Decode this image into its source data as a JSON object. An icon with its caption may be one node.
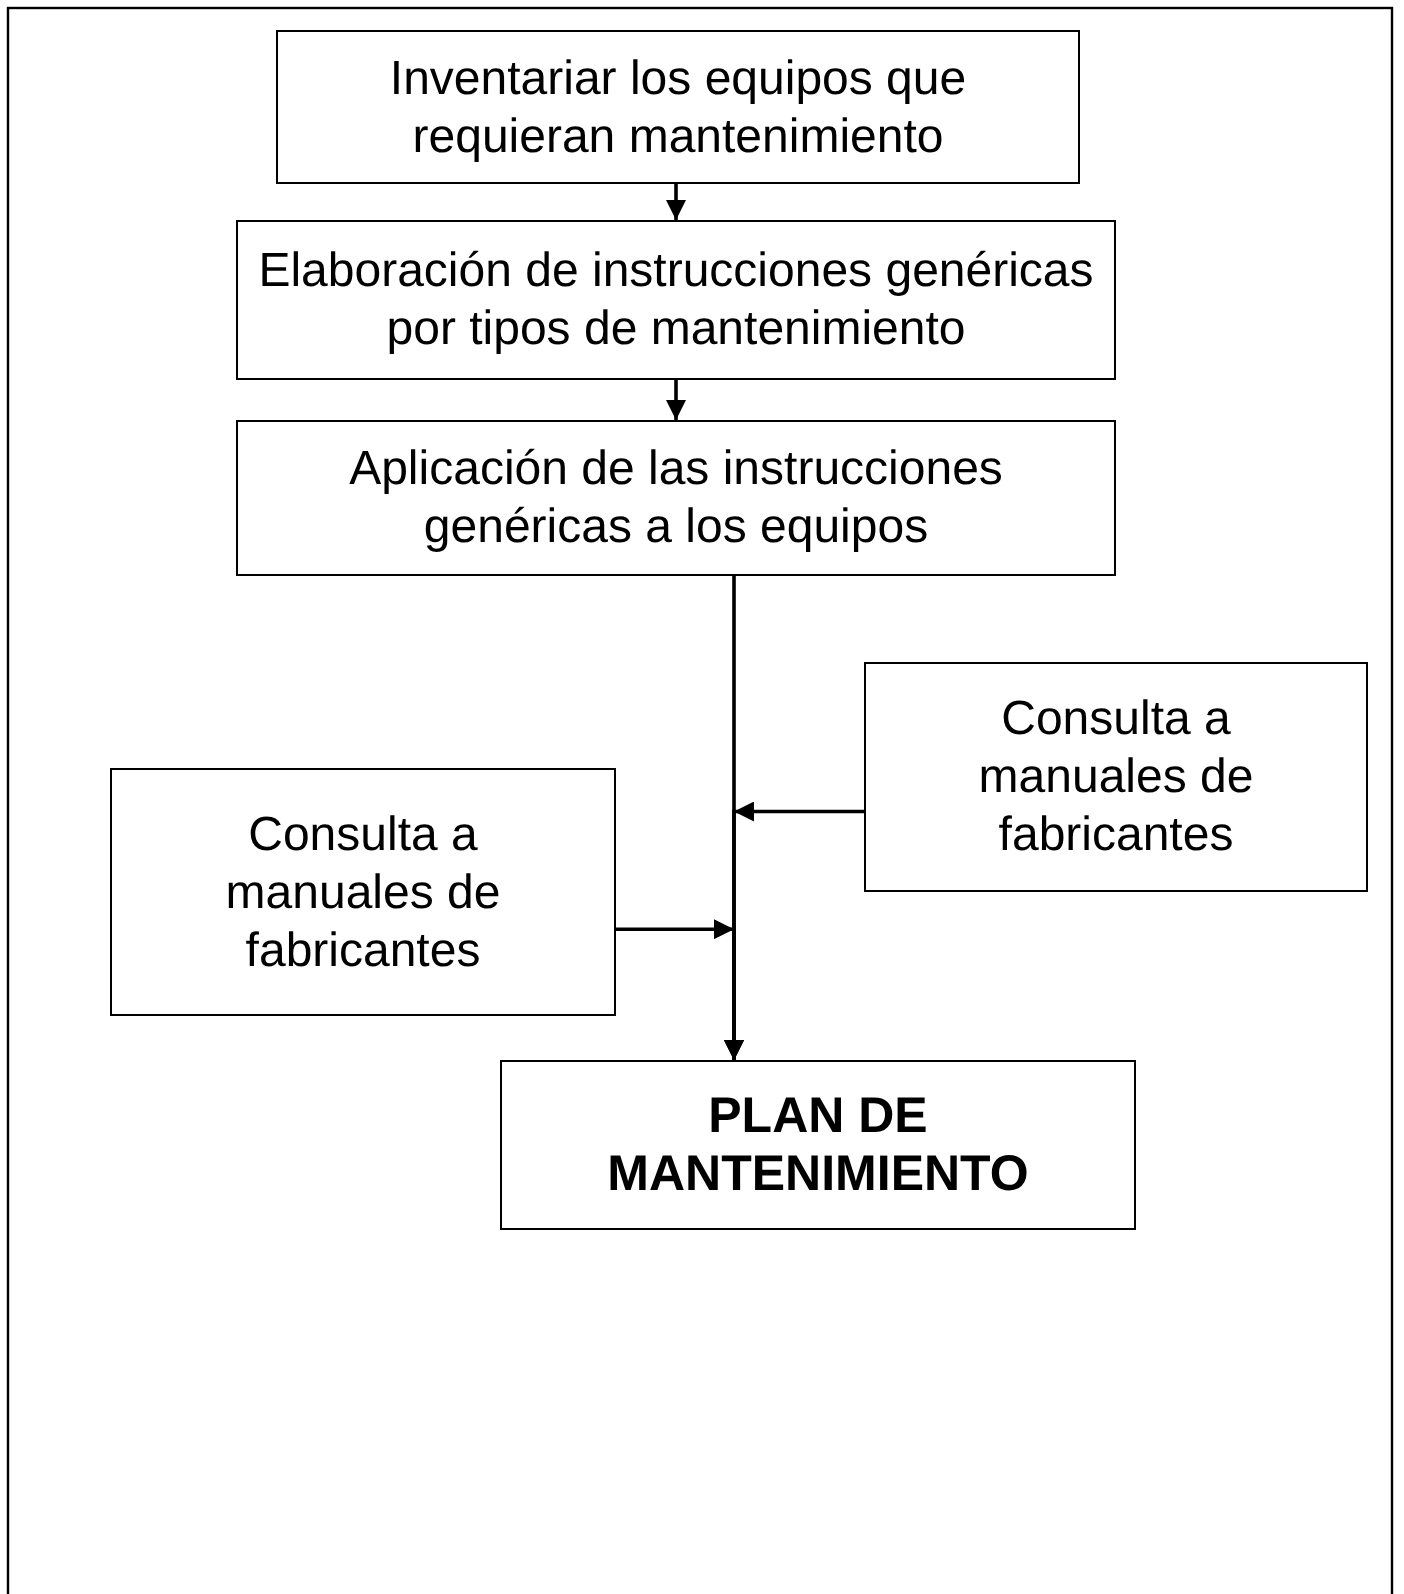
{
  "diagram": {
    "nodes": [
      {
        "text": [
          "Inventariar los equipos que requieran mantenimiento"
        ]
      },
      {
        "text": [
          "Elaboración de instrucciones genéricas por tipos de mantenimiento"
        ]
      },
      {
        "text": [
          "Aplicación de las instrucciones genéricas a los equipos"
        ]
      },
      {
        "text": [
          "Consulta a manuales de fabricantes"
        ]
      },
      {
        "text": [
          "Consulta a manuales de fabricantes"
        ]
      },
      {
        "text": [
          "PLAN DE MANTENIMIENTO"
        ]
      }
    ],
    "edges": [
      {
        "from": 0,
        "to": 1,
        "arrow": "to"
      },
      {
        "from": 1,
        "to": 2,
        "arrow": "to"
      },
      {
        "from": 2,
        "to": 5,
        "arrow": "to"
      },
      {
        "from": 3,
        "to": 5,
        "arrow": "to"
      },
      {
        "from": 4,
        "to": 5,
        "arrow": "to"
      }
    ]
  }
}
